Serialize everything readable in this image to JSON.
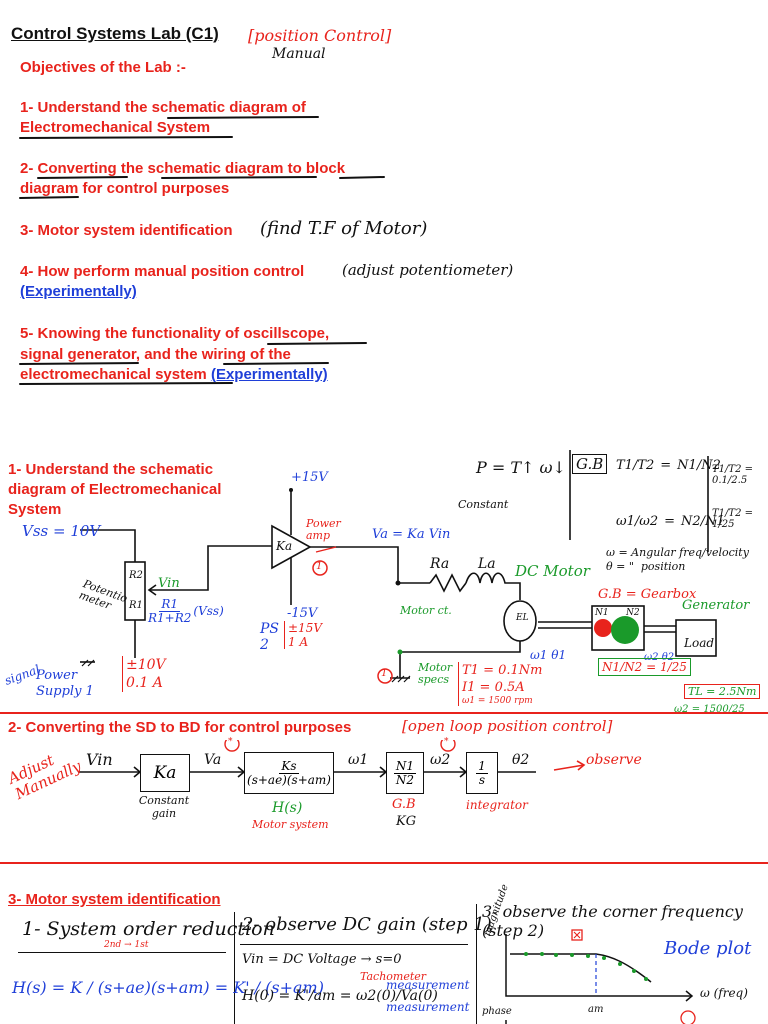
{
  "header": {
    "title": "Control Systems Lab (C1)",
    "title_note": "[position Control]",
    "title_note2": "Manual"
  },
  "objectives": {
    "heading": "Objectives of the Lab :-",
    "items": [
      {
        "line1": "1- Understand the schematic diagram of",
        "line2": "Electromechanical System"
      },
      {
        "line1": "2- Converting the schematic diagram to block",
        "line2": "diagram for control purposes"
      },
      {
        "line1": "3- Motor system identification",
        "note": "(find T.F of Motor)"
      },
      {
        "line1": "4- How perform manual position control",
        "note": "(adjust potentiometer)",
        "line2": "(Experimentally)"
      },
      {
        "line1": "5- Knowing the functionality of oscillscope,",
        "line2": "signal generator, and the wiring of the",
        "line3": "electromechanical system",
        "line3b": "(Experimentally)"
      }
    ]
  },
  "section1": {
    "title_l1": "1- Understand the schematic",
    "title_l2": "diagram of Electromechanical",
    "title_l3": "System",
    "vss": "Vss = 10V",
    "plus15": "+15V",
    "minus15": "-15V",
    "ka": "Ka",
    "power_amp": "Power amp",
    "power_amp_num": "1",
    "va_eq": "Va = Ka Vin",
    "ra": "Ra",
    "la": "La",
    "dc_motor": "DC Motor",
    "r2": "R2",
    "r1": "R1",
    "vin": "Vin",
    "pot_eq_num": "R1",
    "pot_eq_den": "R1+R2",
    "pot_eq_tail": "(Vss)",
    "potentiometer": "Potentio meter",
    "signal": "signal",
    "ps_label": "PS 2",
    "ps_spec1": "±15V",
    "ps_spec2": "1 A",
    "power_supply": "Power Supply 1",
    "supply_spec1": "±10V",
    "supply_spec2": "0.1 A",
    "motor_ct": "Motor ct.",
    "motor_specs": "Motor specs",
    "specs_1": "T1 = 0.1Nm",
    "specs_2": "I1 = 0.5A",
    "specs_3": "ω1 = 1500 rpm",
    "ground_num": "1",
    "power_relation": "P = T↑ ω↓",
    "constant": "Constant",
    "gb_title": "G.B",
    "gb_rel1_left": "T1/T2",
    "gb_rel1_right": "N1/N2",
    "gb_rel2_left": "ω1/ω2",
    "gb_rel2_right": "N2/N1",
    "gb_val1": "T1/T2 = 0.1/2.5",
    "gb_val2": "T1/T2 = 1/25",
    "omega_def": "ω = Angular freq/velocity",
    "theta_def": "θ = \"  position",
    "gearbox": "G.B = Gearbox",
    "el_label": "EL",
    "n1": "N1",
    "n2": "N2",
    "generator": "Generator",
    "load": "Load",
    "w1_theta1": "ω1 θ1",
    "w2_theta2": "ω2 θ2",
    "ratio": "N1/N2 = 1/25",
    "tl_value": "TL = 2.5Nm",
    "w2_calc": "ω2 = 1500/25"
  },
  "section2": {
    "title": "2- Converting the SD to BD for control purposes",
    "note": "[open loop position control]",
    "adjust": "Adjust Manually",
    "vin": "Vin",
    "ka": "Ka",
    "constant_gain": "Constant gain",
    "va": "Va",
    "ks_num": "Ks",
    "ks_den": "(s+ae)(s+am)",
    "hs": "H(s)",
    "motor_system": "Motor system",
    "w1": "ω1",
    "n_num": "N1",
    "n_den": "N2",
    "gb": "G.B",
    "kg": "KG",
    "w2": "ω2",
    "int_num": "1",
    "int_den": "s",
    "integrator": "integrator",
    "theta2": "θ2",
    "observe": "observe",
    "star": "*"
  },
  "section3": {
    "title": "3- Motor system identification",
    "col1_title": "1- System order reduction",
    "col1_sub": "2nd → 1st",
    "col1_eq": "H(s) = K / (s+ae)(s+am) = K' / (s+am)",
    "col2_title": "2- observe DC gain (step 1)",
    "col2_line1": "Vin = DC Voltage → s=0",
    "col2_tacho": "Tachometer",
    "col2_line2": "H(0) = K'/am = ω2(0)/Va(0)",
    "col2_meas": "measurement",
    "col3_title": "3- observe the corner frequency (step 2)",
    "bode": "Bode plot",
    "magnitude": "magnitude",
    "phase": "phase",
    "omega_freq": "ω (freq)",
    "am": "am"
  },
  "colors": {
    "red": "#e8231c",
    "blue": "#1f3fd8",
    "green": "#1a9a2a",
    "black": "#111111"
  }
}
